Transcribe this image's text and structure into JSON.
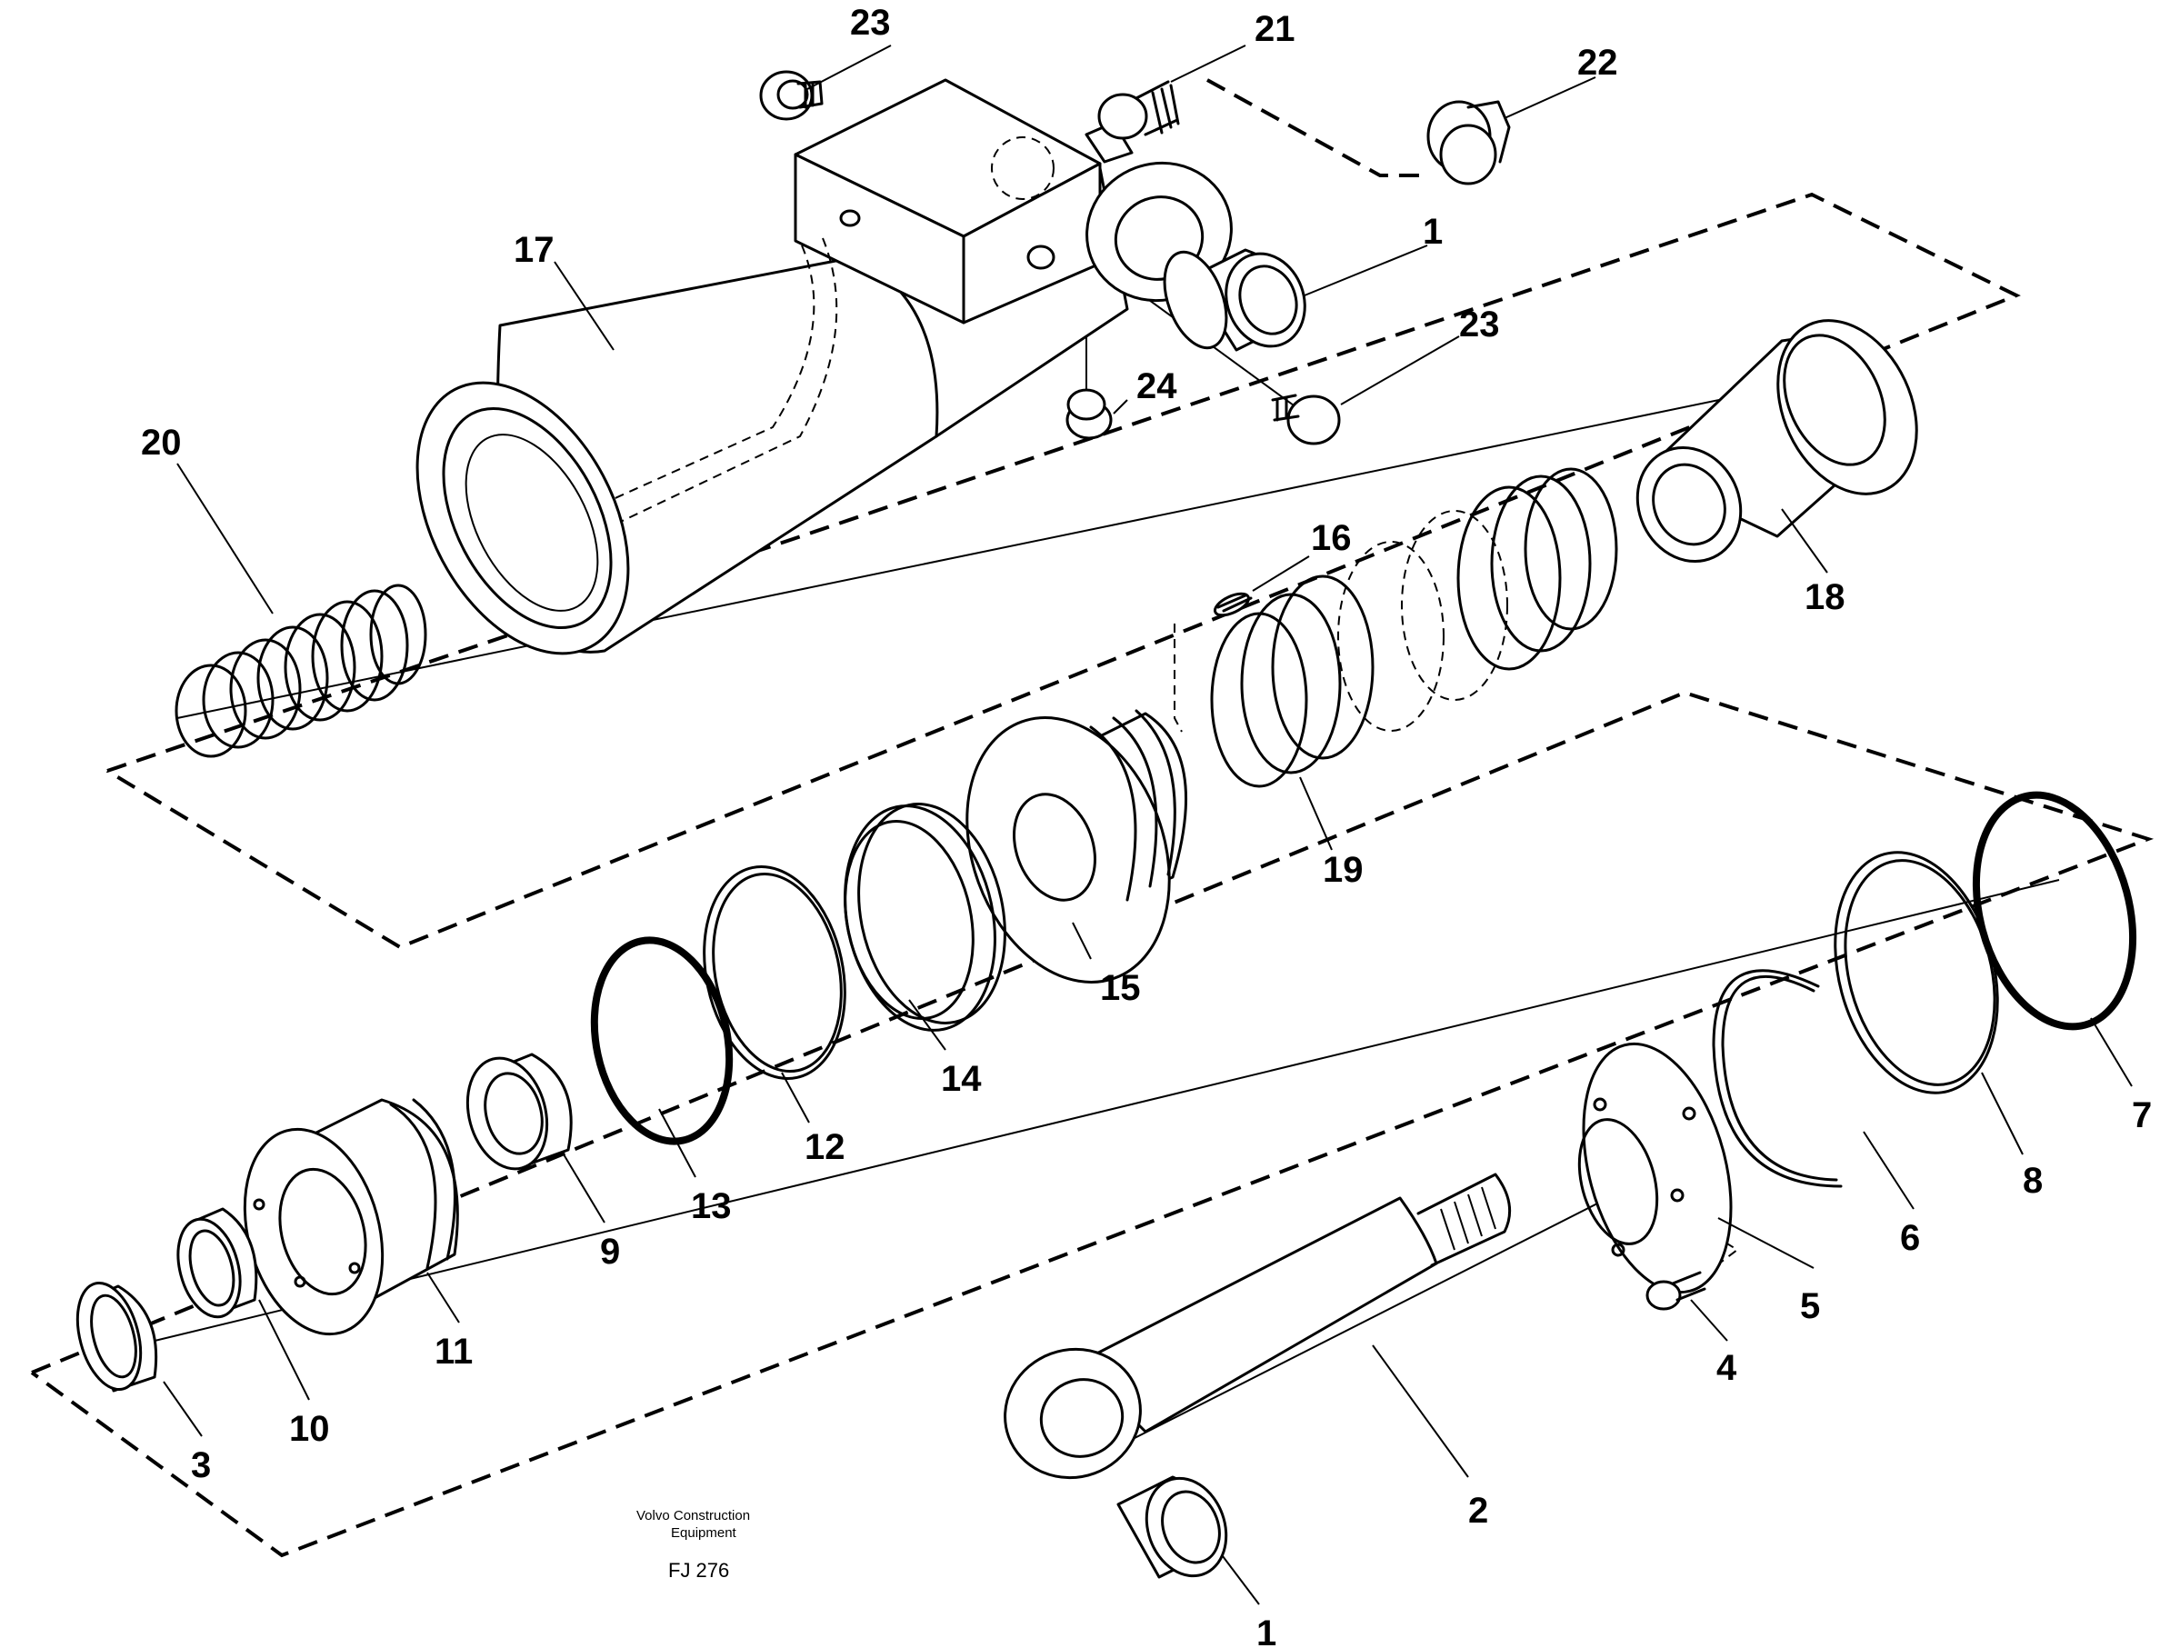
{
  "caption": {
    "line1": "Volvo Construction",
    "line2": "Equipment",
    "code": "FJ 276"
  },
  "callouts": {
    "p23_top": "23",
    "p21": "21",
    "p22": "22",
    "p17": "17",
    "p1_top": "1",
    "p23_mid": "23",
    "p24": "24",
    "p20": "20",
    "p16": "16",
    "p18": "18",
    "p19": "19",
    "p15": "15",
    "p14": "14",
    "p12": "12",
    "p13": "13",
    "p9": "9",
    "p11": "11",
    "p10": "10",
    "p3": "3",
    "p7": "7",
    "p8": "8",
    "p6": "6",
    "p5": "5",
    "p4": "4",
    "p2": "2",
    "p1_bottom": "1"
  }
}
